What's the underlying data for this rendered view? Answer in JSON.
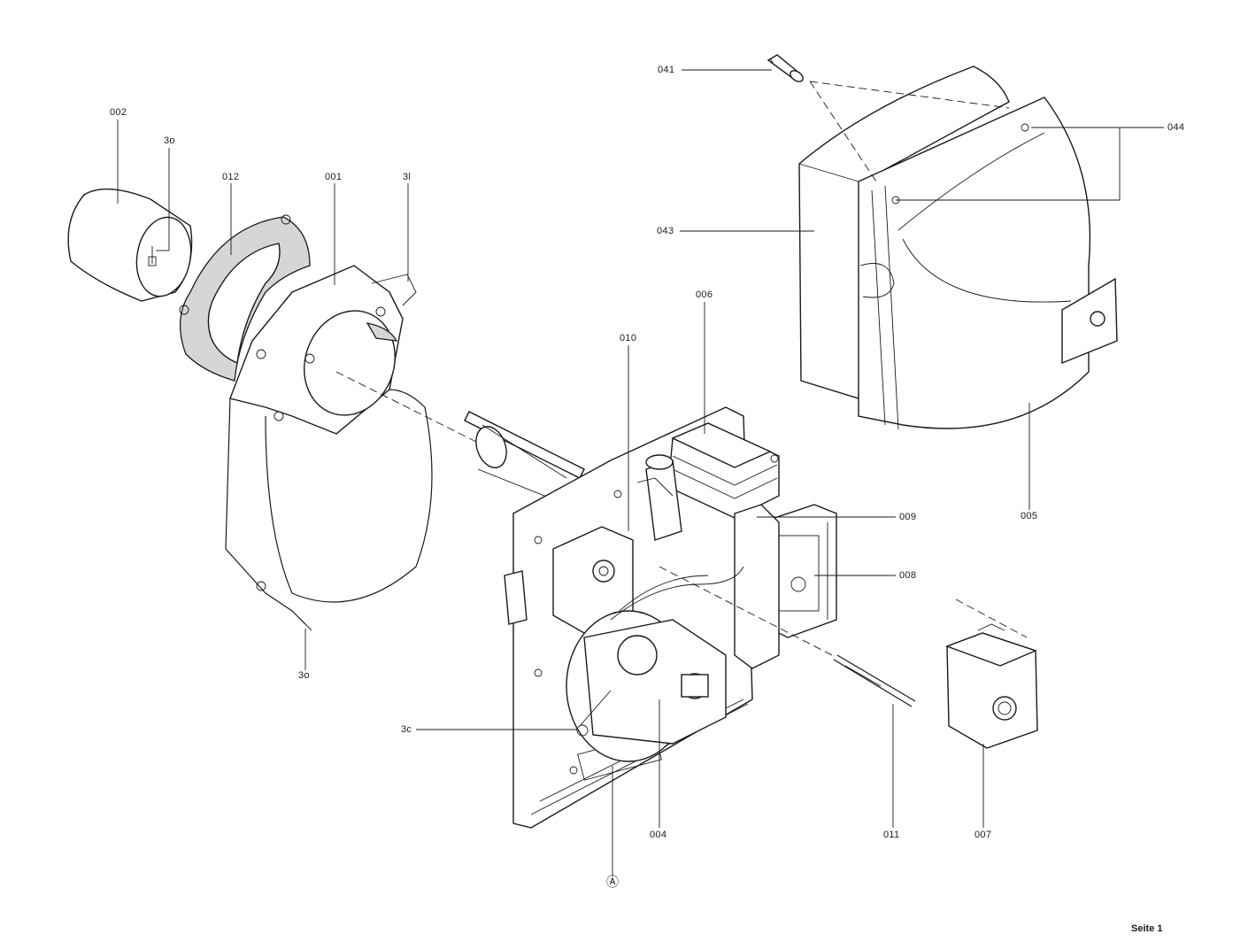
{
  "labels": {
    "p002": "002",
    "p3o_top": "3o",
    "p012": "012",
    "p001": "001",
    "p3l": "3l",
    "p041": "041",
    "p044": "044",
    "p043": "043",
    "p006": "006",
    "p010": "010",
    "p009": "009",
    "p005": "005",
    "p008": "008",
    "p3o_bottom": "3o",
    "p3c": "3c",
    "p004": "004",
    "p011": "011",
    "p007": "007",
    "pA": "Ⓐ"
  },
  "footer": {
    "page": "Seite 1"
  }
}
